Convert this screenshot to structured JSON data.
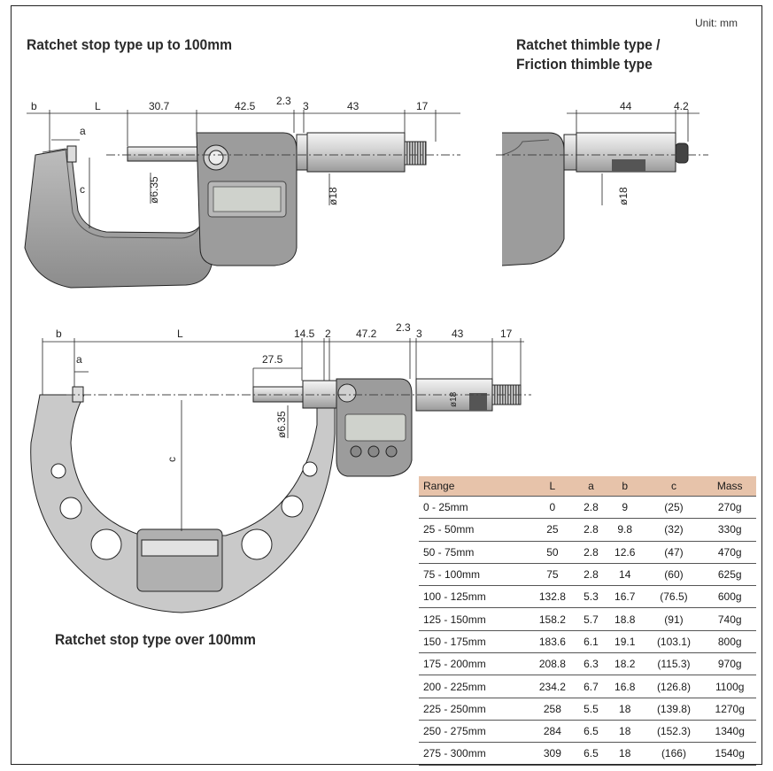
{
  "unit_label": "Unit: mm",
  "titles": {
    "top_left": "Ratchet stop type up to 100mm",
    "top_right_line1": "Ratchet thimble type /",
    "top_right_line2": "Friction thimble type",
    "bottom": "Ratchet stop type over 100mm"
  },
  "dims_top": {
    "b": "b",
    "L": "L",
    "a": "a",
    "c": "c",
    "d30_7": "30.7",
    "d42_5": "42.5",
    "d2_3": "2.3",
    "d3": "3",
    "d43": "43",
    "d17": "17",
    "spindle": "ø6.35",
    "thimble": "ø18"
  },
  "dims_right": {
    "d44": "44",
    "d4_2": "4.2",
    "thimble": "ø18"
  },
  "dims_bottom": {
    "b": "b",
    "L": "L",
    "a": "a",
    "c": "c",
    "d14_5": "14.5",
    "d2": "2",
    "d47_2": "47.2",
    "d2_3": "2.3",
    "d3": "3",
    "d43": "43",
    "d17": "17",
    "d27_5": "27.5",
    "spindle": "ø6.35",
    "thimble": "ø18"
  },
  "table": {
    "headers": [
      "Range",
      "L",
      "a",
      "b",
      "c",
      "Mass"
    ],
    "rows": [
      [
        "0 - 25mm",
        "0",
        "2.8",
        "9",
        "(25)",
        "270g"
      ],
      [
        "25 - 50mm",
        "25",
        "2.8",
        "9.8",
        "(32)",
        "330g"
      ],
      [
        "50 - 75mm",
        "50",
        "2.8",
        "12.6",
        "(47)",
        "470g"
      ],
      [
        "75 - 100mm",
        "75",
        "2.8",
        "14",
        "(60)",
        "625g"
      ],
      [
        "100 - 125mm",
        "132.8",
        "5.3",
        "16.7",
        "(76.5)",
        "600g"
      ],
      [
        "125 - 150mm",
        "158.2",
        "5.7",
        "18.8",
        "(91)",
        "740g"
      ],
      [
        "150 - 175mm",
        "183.6",
        "6.1",
        "19.1",
        "(103.1)",
        "800g"
      ],
      [
        "175 - 200mm",
        "208.8",
        "6.3",
        "18.2",
        "(115.3)",
        "970g"
      ],
      [
        "200 - 225mm",
        "234.2",
        "6.7",
        "16.8",
        "(126.8)",
        "1100g"
      ],
      [
        "225 - 250mm",
        "258",
        "5.5",
        "18",
        "(139.8)",
        "1270g"
      ],
      [
        "250 - 275mm",
        "284",
        "6.5",
        "18",
        "(152.3)",
        "1340g"
      ],
      [
        "275 - 300mm",
        "309",
        "6.5",
        "18",
        "(166)",
        "1540g"
      ]
    ]
  }
}
